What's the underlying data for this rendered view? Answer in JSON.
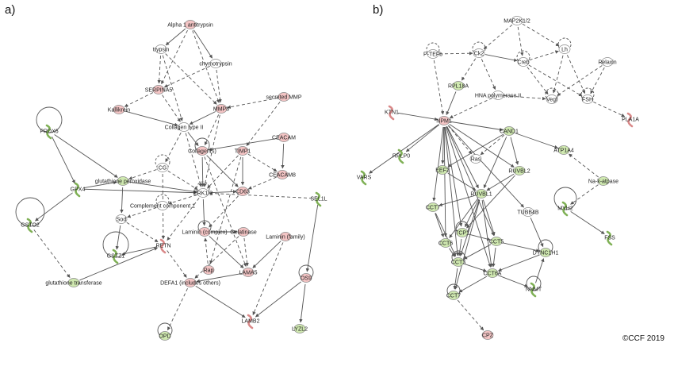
{
  "panels": [
    {
      "id": "a",
      "label": "a)"
    },
    {
      "id": "b",
      "label": "b)"
    }
  ],
  "credit": "©CCF 2019",
  "colors": {
    "up": "#f3c4c4",
    "down": "#cfe8b0",
    "none": "#ffffff",
    "edge": "#555555"
  },
  "network_a": {
    "nodes": [
      {
        "id": "a1",
        "label": "Alpha 1 antitrypsin",
        "color": "up"
      },
      {
        "id": "a2",
        "label": "trypsin",
        "color": "none"
      },
      {
        "id": "a3",
        "label": "chymotrypsin",
        "color": "none"
      },
      {
        "id": "a4",
        "label": "SERPINA5",
        "color": "up"
      },
      {
        "id": "a5",
        "label": "secreted MMP",
        "color": "up"
      },
      {
        "id": "a6",
        "label": "MMP8",
        "color": "up"
      },
      {
        "id": "a7",
        "label": "Kallikrein",
        "color": "up"
      },
      {
        "id": "a8",
        "label": "Collagen type II",
        "color": "none"
      },
      {
        "id": "a9",
        "label": "PRDX6",
        "color": "down"
      },
      {
        "id": "a10",
        "label": "CEACAM",
        "color": "up"
      },
      {
        "id": "a11",
        "label": "Collagen(s)",
        "color": "up"
      },
      {
        "id": "a12",
        "label": "TIMP1",
        "color": "up"
      },
      {
        "id": "a13",
        "label": "CG",
        "color": "none"
      },
      {
        "id": "a14",
        "label": "CEACAM8",
        "color": "up"
      },
      {
        "id": "a15",
        "label": "glutathione peroxidase",
        "color": "down"
      },
      {
        "id": "a16",
        "label": "GPX4",
        "color": "down"
      },
      {
        "id": "a17",
        "label": "ERK1/2",
        "color": "none"
      },
      {
        "id": "a18",
        "label": "CD63",
        "color": "up"
      },
      {
        "id": "a19",
        "label": "SEL1L",
        "color": "down"
      },
      {
        "id": "a20",
        "label": "Complement component 1",
        "color": "none"
      },
      {
        "id": "a21",
        "label": "GSTO2",
        "color": "down"
      },
      {
        "id": "a22",
        "label": "Sod",
        "color": "none"
      },
      {
        "id": "a23",
        "label": "Laminin (complex)",
        "color": "up"
      },
      {
        "id": "a24",
        "label": "Gelatinase",
        "color": "up"
      },
      {
        "id": "a25",
        "label": "Laminin (family)",
        "color": "up"
      },
      {
        "id": "a26",
        "label": "RETN",
        "color": "up"
      },
      {
        "id": "a27",
        "label": "GSTZ1",
        "color": "down"
      },
      {
        "id": "a28",
        "label": "Rap",
        "color": "up"
      },
      {
        "id": "a29",
        "label": "LAMA5",
        "color": "up"
      },
      {
        "id": "a30",
        "label": "glutathione transferase",
        "color": "down"
      },
      {
        "id": "a31",
        "label": "DEFA1 (includes others)",
        "color": "up"
      },
      {
        "id": "a32",
        "label": "OS9",
        "color": "up"
      },
      {
        "id": "a33",
        "label": "LAMB2",
        "color": "up"
      },
      {
        "id": "a34",
        "label": "LYZL2",
        "color": "down"
      },
      {
        "id": "a35",
        "label": "OPD",
        "color": "down"
      }
    ]
  },
  "network_b": {
    "nodes": [
      {
        "id": "b1",
        "label": "MAP2K1/2",
        "color": "none"
      },
      {
        "id": "b2",
        "label": "P-TEFb",
        "color": "none"
      },
      {
        "id": "b3",
        "label": "Ck2",
        "color": "none"
      },
      {
        "id": "b4",
        "label": "Creb",
        "color": "none"
      },
      {
        "id": "b5",
        "label": "Lh",
        "color": "none"
      },
      {
        "id": "b6",
        "label": "Relaxin",
        "color": "none"
      },
      {
        "id": "b7",
        "label": "RPL18A",
        "color": "down"
      },
      {
        "id": "b8",
        "label": "HNA polymerase II",
        "color": "none"
      },
      {
        "id": "b9",
        "label": "Vegf",
        "color": "none"
      },
      {
        "id": "b10",
        "label": "FSH",
        "color": "none"
      },
      {
        "id": "b11",
        "label": "KTN1",
        "color": "up"
      },
      {
        "id": "b12",
        "label": "NPM1",
        "color": "up"
      },
      {
        "id": "b13",
        "label": "CAND1",
        "color": "down"
      },
      {
        "id": "b14",
        "label": "PLA1A",
        "color": "up"
      },
      {
        "id": "b15",
        "label": "RPLP0",
        "color": "down"
      },
      {
        "id": "b16",
        "label": "ATP1A4",
        "color": "down"
      },
      {
        "id": "b17",
        "label": "EEF2",
        "color": "down"
      },
      {
        "id": "b18",
        "label": "Ras",
        "color": "none"
      },
      {
        "id": "b19",
        "label": "RUVBL2",
        "color": "down"
      },
      {
        "id": "b20",
        "label": "VARS",
        "color": "down"
      },
      {
        "id": "b21",
        "label": "RUVBL1",
        "color": "down"
      },
      {
        "id": "b22",
        "label": "Na-k-atpase",
        "color": "down"
      },
      {
        "id": "b23",
        "label": "CCT7",
        "color": "down"
      },
      {
        "id": "b24",
        "label": "TUBB4B",
        "color": "none"
      },
      {
        "id": "b25",
        "label": "MYH2",
        "color": "down"
      },
      {
        "id": "b26",
        "label": "TCP1",
        "color": "down"
      },
      {
        "id": "b27",
        "label": "CCT6",
        "color": "down"
      },
      {
        "id": "b28",
        "label": "CCT5",
        "color": "down"
      },
      {
        "id": "b29",
        "label": "DYNC1H1",
        "color": "down"
      },
      {
        "id": "b30",
        "label": "FSS",
        "color": "down"
      },
      {
        "id": "b31",
        "label": "CCT3",
        "color": "down"
      },
      {
        "id": "b32",
        "label": "CCT6A",
        "color": "down"
      },
      {
        "id": "b33",
        "label": "NNMT",
        "color": "down"
      },
      {
        "id": "b34",
        "label": "CCT7",
        "color": "down"
      },
      {
        "id": "b35",
        "label": "CPZ",
        "color": "up"
      }
    ]
  }
}
